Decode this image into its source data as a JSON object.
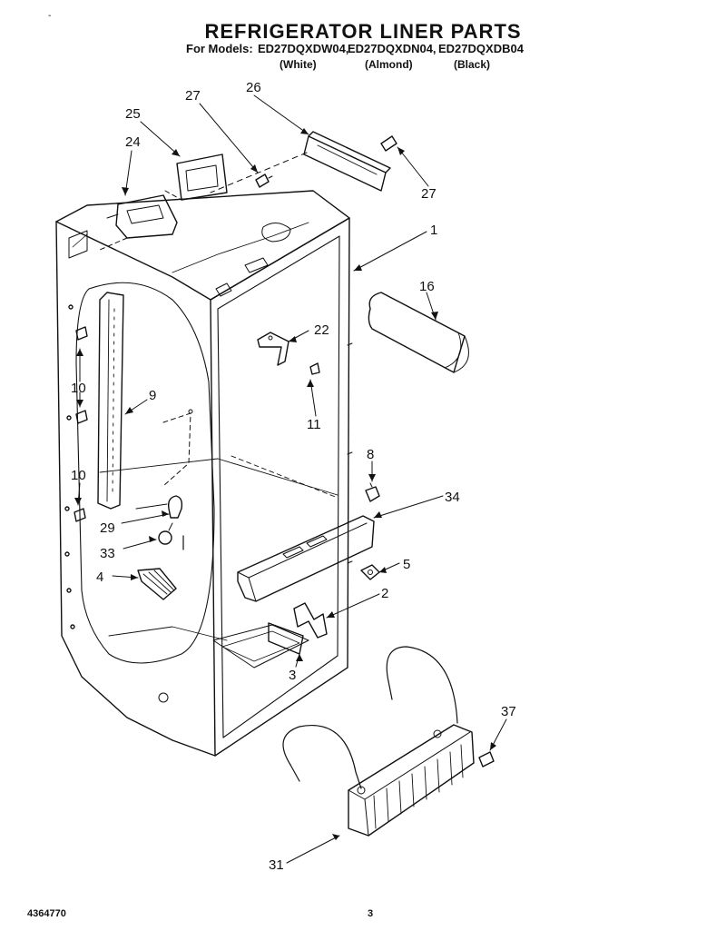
{
  "header": {
    "title": "REFRIGERATOR LINER PARTS",
    "models_prefix": "For Models:",
    "models": [
      "ED27DQXDW04,",
      "ED27DQXDN04,",
      "ED27DQXDB04"
    ],
    "colors": [
      "(White)",
      "(Almond)",
      "(Black)"
    ]
  },
  "callouts": [
    "27",
    "26",
    "25",
    "24",
    "27",
    "1",
    "16",
    "22",
    "10",
    "9",
    "11",
    "8",
    "10",
    "34",
    "29",
    "33",
    "4",
    "5",
    "2",
    "3",
    "37",
    "31"
  ],
  "footer": {
    "doc_number": "4364770",
    "page_number": "3"
  }
}
